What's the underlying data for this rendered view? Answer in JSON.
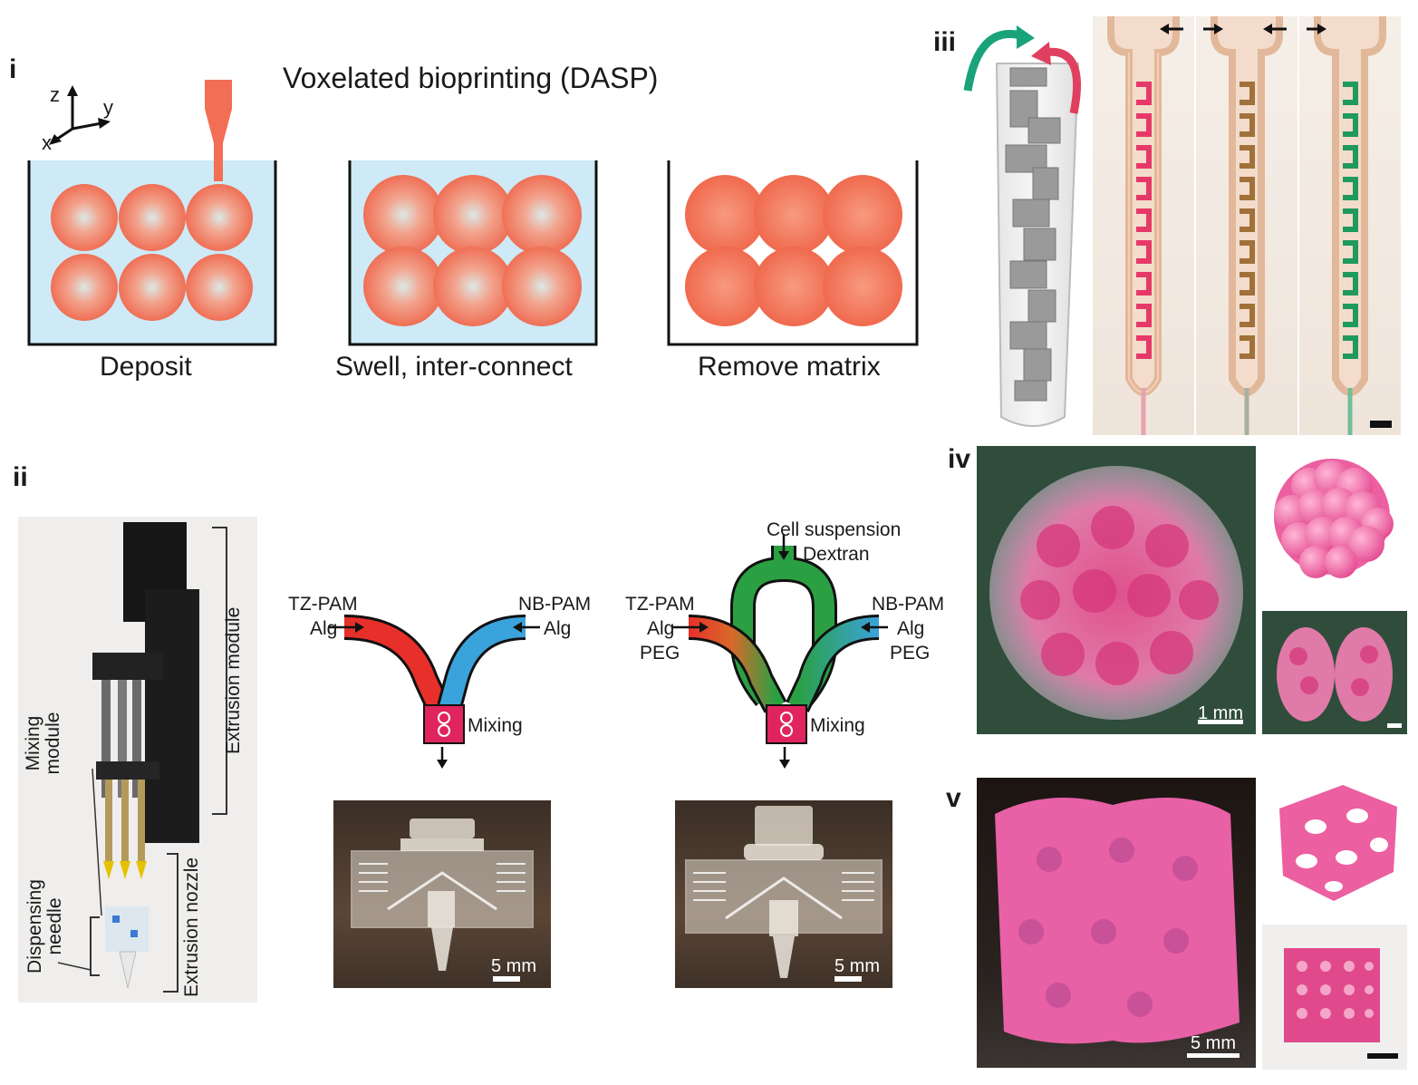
{
  "panels": {
    "i": {
      "label": "i",
      "title": "Voxelated bioprinting (DASP)",
      "axes": {
        "z": "z",
        "y": "y",
        "x": "x"
      },
      "steps": [
        "Deposit",
        "Swell, inter-connect",
        "Remove matrix"
      ]
    },
    "ii": {
      "label": "ii",
      "device_labels": {
        "extrusion_module": "Extrusion module",
        "mixing_module": "Mixing module",
        "dispensing_needle": "Dispensing needle",
        "extrusion_nozzle": "Extrusion nozzle"
      },
      "mixer_left": {
        "left_inlet": [
          "TZ-PAM",
          "Alg"
        ],
        "right_inlet": [
          "NB-PAM",
          "Alg"
        ],
        "mixing": "Mixing",
        "scale": "5 mm"
      },
      "mixer_right": {
        "top_inlet": [
          "Cell suspension",
          "Dextran"
        ],
        "left_inlet": [
          "TZ-PAM",
          "Alg",
          "PEG"
        ],
        "right_inlet": [
          "NB-PAM",
          "Alg",
          "PEG"
        ],
        "mixing": "Mixing",
        "scale": "5 mm"
      }
    },
    "iii": {
      "label": "iii"
    },
    "iv": {
      "label": "iv",
      "scale": "1 mm"
    },
    "v": {
      "label": "v",
      "scale": "5 mm"
    }
  },
  "colors": {
    "voxel": "#f07a62",
    "matrix": "#cdeaf6",
    "nozzle": "#f26e55",
    "channel_red": "#e8302a",
    "channel_blue": "#3aa3dc",
    "channel_green": "#2aa043",
    "mixing_block": "#e0245e",
    "pink": "#ec5fa0"
  }
}
